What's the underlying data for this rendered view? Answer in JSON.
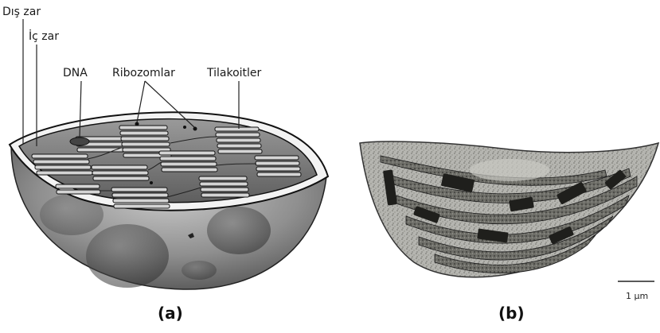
{
  "labels": {
    "outer_membrane": "Dış zar",
    "inner_membrane": "İç zar",
    "dna": "DNA",
    "ribosomes": "Ribozomlar",
    "thylakoids": "Tilakoitler"
  },
  "panels": {
    "a": "(a)",
    "b": "(b)"
  },
  "scale_bar": {
    "label": "1 μm"
  }
}
